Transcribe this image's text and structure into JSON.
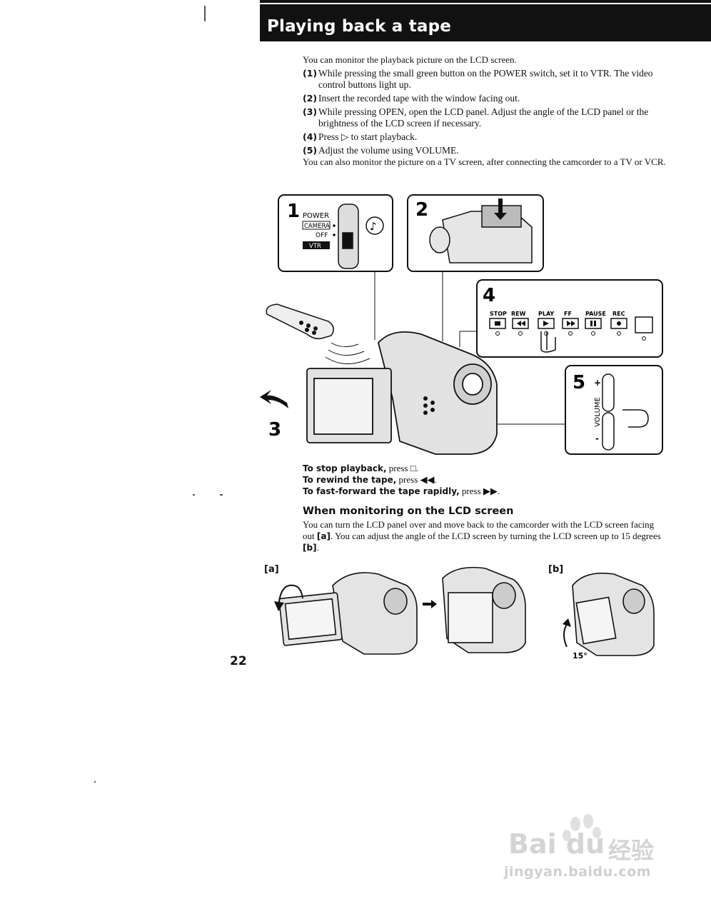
{
  "header": {
    "title": "Playing back a tape"
  },
  "intro": "You can monitor the playback picture on the LCD screen.",
  "steps": [
    {
      "num": "(1)",
      "text": "While pressing the small green button on the POWER switch, set it to VTR. The video control buttons light up."
    },
    {
      "num": "(2)",
      "text": "Insert the recorded tape with the window facing out."
    },
    {
      "num": "(3)",
      "text": "While pressing OPEN, open the LCD panel.  Adjust the angle of the LCD panel or the brightness of the LCD screen if necessary."
    },
    {
      "num": "(4)",
      "text": "Press ▷ to start playback."
    },
    {
      "num": "(5)",
      "text": "Adjust the volume using VOLUME."
    }
  ],
  "after_steps": "You can also monitor the picture on a TV screen, after connecting the camcorder to a TV or VCR.",
  "figure": {
    "step_numbers": [
      "1",
      "2",
      "3",
      "4",
      "5"
    ],
    "power_labels": {
      "power": "POWER",
      "camera": "CAMERA",
      "off": "OFF",
      "vtr": "VTR"
    },
    "button_labels": [
      "STOP",
      "REW",
      "PLAY",
      "FF",
      "PAUSE",
      "REC"
    ],
    "volume_label": "VOLUME",
    "volume_plus": "+",
    "volume_minus": "-"
  },
  "stop_lines": [
    {
      "bold": "To stop playback,",
      "rest": " press □."
    },
    {
      "bold": "To rewind the tape,",
      "rest": " press ◀◀."
    },
    {
      "bold": "To fast-forward the tape rapidly,",
      "rest": " press ▶▶."
    }
  ],
  "subsection": {
    "title": "When monitoring on the LCD screen",
    "text_1": "You can turn the LCD panel over and move back to the camcorder with the LCD screen facing out ",
    "ref_a": "[a]",
    "text_2": ".  You can adjust the angle of the LCD screen by turning the LCD screen up to 15 degrees ",
    "ref_b": "[b]",
    "text_3": "."
  },
  "bottom_labels": {
    "a": "[a]",
    "b": "[b]",
    "angle": "15°"
  },
  "page_number": "22",
  "watermark": {
    "brand": "Bai du",
    "cn": "经验",
    "url": "jingyan.baidu.com"
  }
}
